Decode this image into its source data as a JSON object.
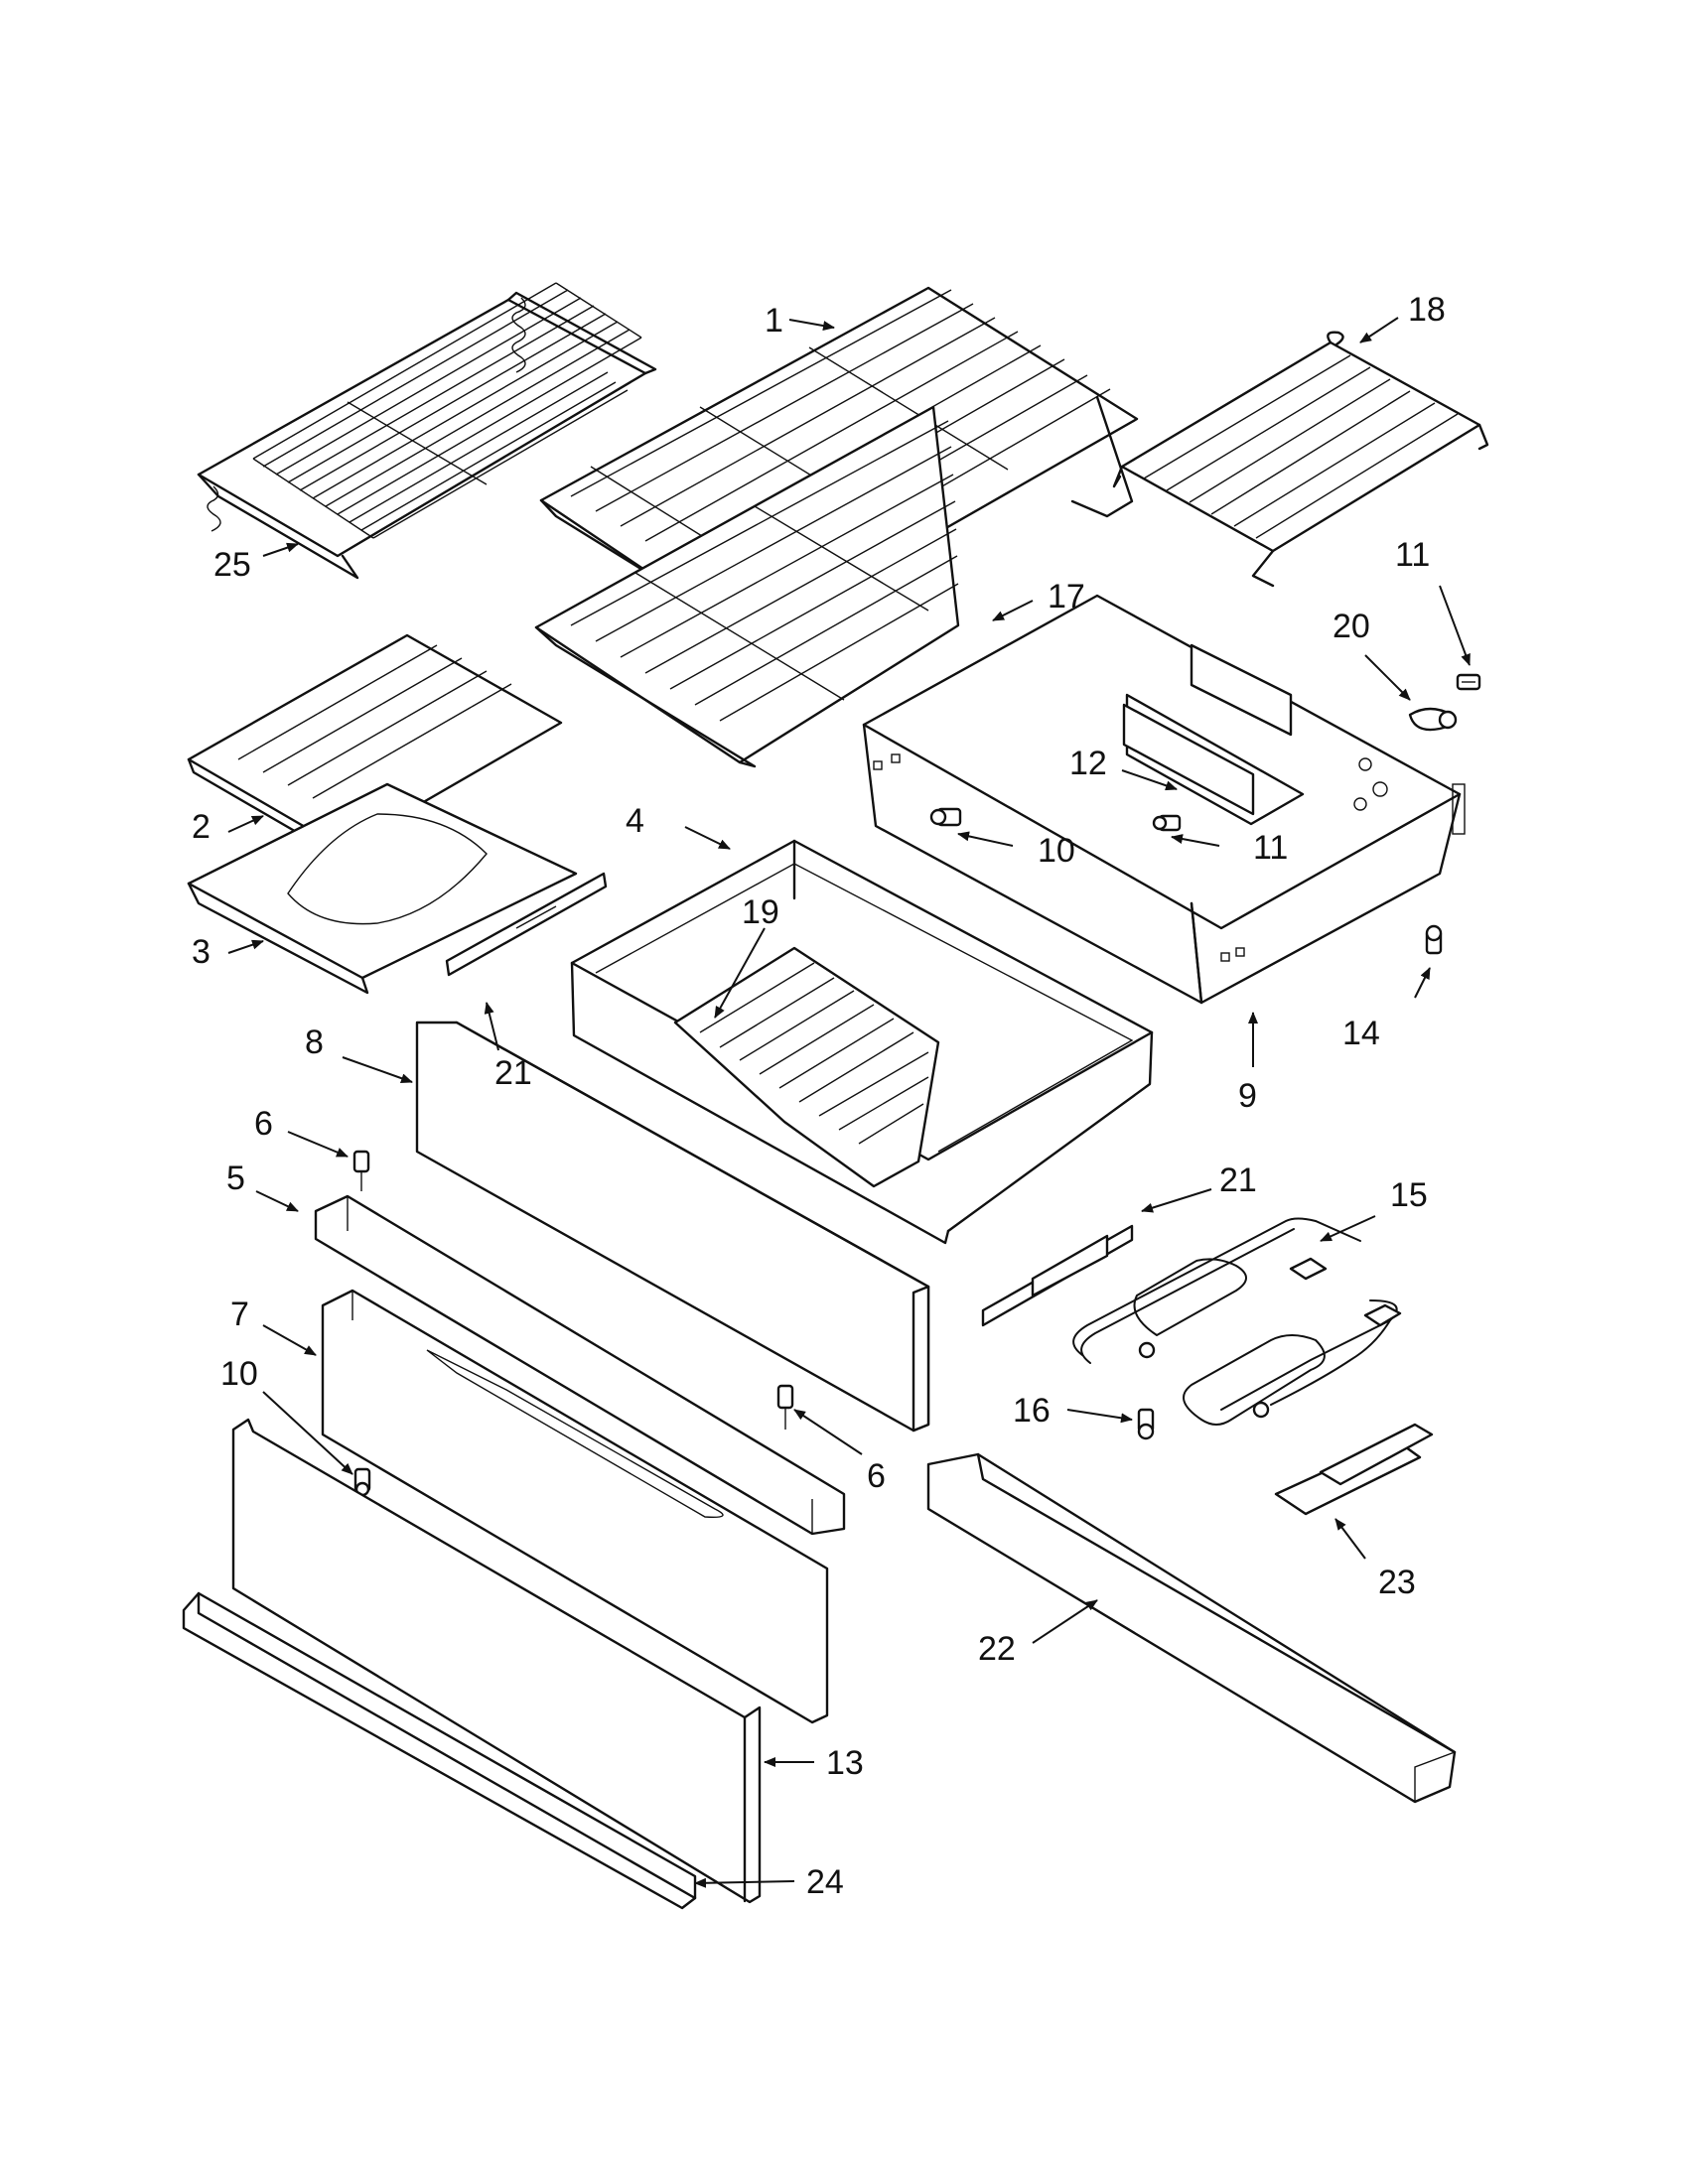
{
  "diagram": {
    "callouts": [
      {
        "id": "1",
        "text": "1"
      },
      {
        "id": "2",
        "text": "2"
      },
      {
        "id": "3",
        "text": "3"
      },
      {
        "id": "4",
        "text": "4"
      },
      {
        "id": "5",
        "text": "5"
      },
      {
        "id": "6a",
        "text": "6"
      },
      {
        "id": "6b",
        "text": "6"
      },
      {
        "id": "7",
        "text": "7"
      },
      {
        "id": "8",
        "text": "8"
      },
      {
        "id": "9",
        "text": "9"
      },
      {
        "id": "10a",
        "text": "10"
      },
      {
        "id": "10b",
        "text": "10"
      },
      {
        "id": "11a",
        "text": "11"
      },
      {
        "id": "11b",
        "text": "11"
      },
      {
        "id": "12",
        "text": "12"
      },
      {
        "id": "13",
        "text": "13"
      },
      {
        "id": "14",
        "text": "14"
      },
      {
        "id": "15",
        "text": "15"
      },
      {
        "id": "16",
        "text": "16"
      },
      {
        "id": "17",
        "text": "17"
      },
      {
        "id": "18",
        "text": "18"
      },
      {
        "id": "19",
        "text": "19"
      },
      {
        "id": "20",
        "text": "20"
      },
      {
        "id": "21a",
        "text": "21"
      },
      {
        "id": "21b",
        "text": "21"
      },
      {
        "id": "22",
        "text": "22"
      },
      {
        "id": "23",
        "text": "23"
      },
      {
        "id": "24",
        "text": "24"
      },
      {
        "id": "25",
        "text": "25"
      }
    ]
  }
}
